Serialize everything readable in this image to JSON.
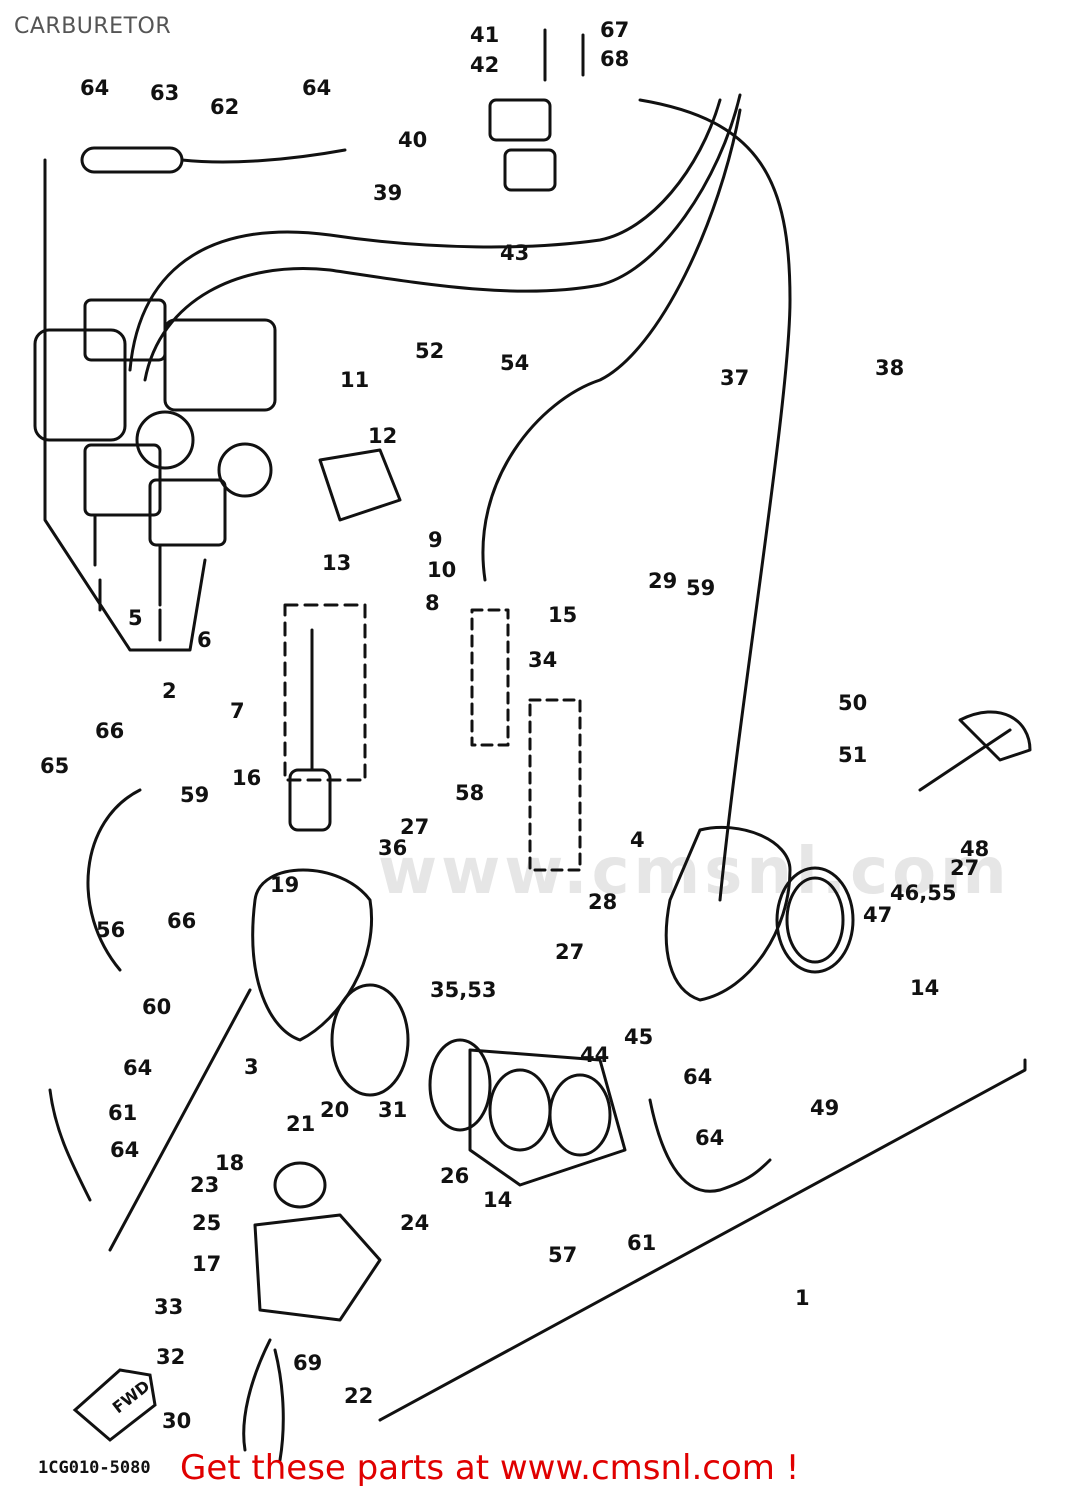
{
  "page": {
    "title": "CARBURETOR",
    "diagram_code": "1CG010-5080",
    "fwd_label": "FWD",
    "watermark": "www.cmsnl.com",
    "footer_link": "Get these parts at www.cmsnl.com !"
  },
  "colors": {
    "ink": "#111111",
    "title": "#555555",
    "promo": "#e00000",
    "watermark": "#e6e6e6"
  },
  "callouts": [
    "1",
    "2",
    "3",
    "4",
    "5",
    "6",
    "7",
    "8",
    "9",
    "10",
    "11",
    "12",
    "13",
    "14",
    "14",
    "15",
    "16",
    "17",
    "18",
    "19",
    "20",
    "21",
    "22",
    "23",
    "24",
    "25",
    "26",
    "27",
    "27",
    "27",
    "28",
    "29",
    "30",
    "31",
    "32",
    "33",
    "34",
    "35,53",
    "36",
    "37",
    "38",
    "39",
    "40",
    "41",
    "42",
    "43",
    "44",
    "45",
    "46,55",
    "47",
    "48",
    "49",
    "50",
    "51",
    "52",
    "54",
    "56",
    "57",
    "58",
    "59",
    "59",
    "60",
    "61",
    "61",
    "62",
    "63",
    "64",
    "64",
    "64",
    "64",
    "64",
    "64",
    "65",
    "66",
    "66",
    "67",
    "68",
    "69"
  ]
}
